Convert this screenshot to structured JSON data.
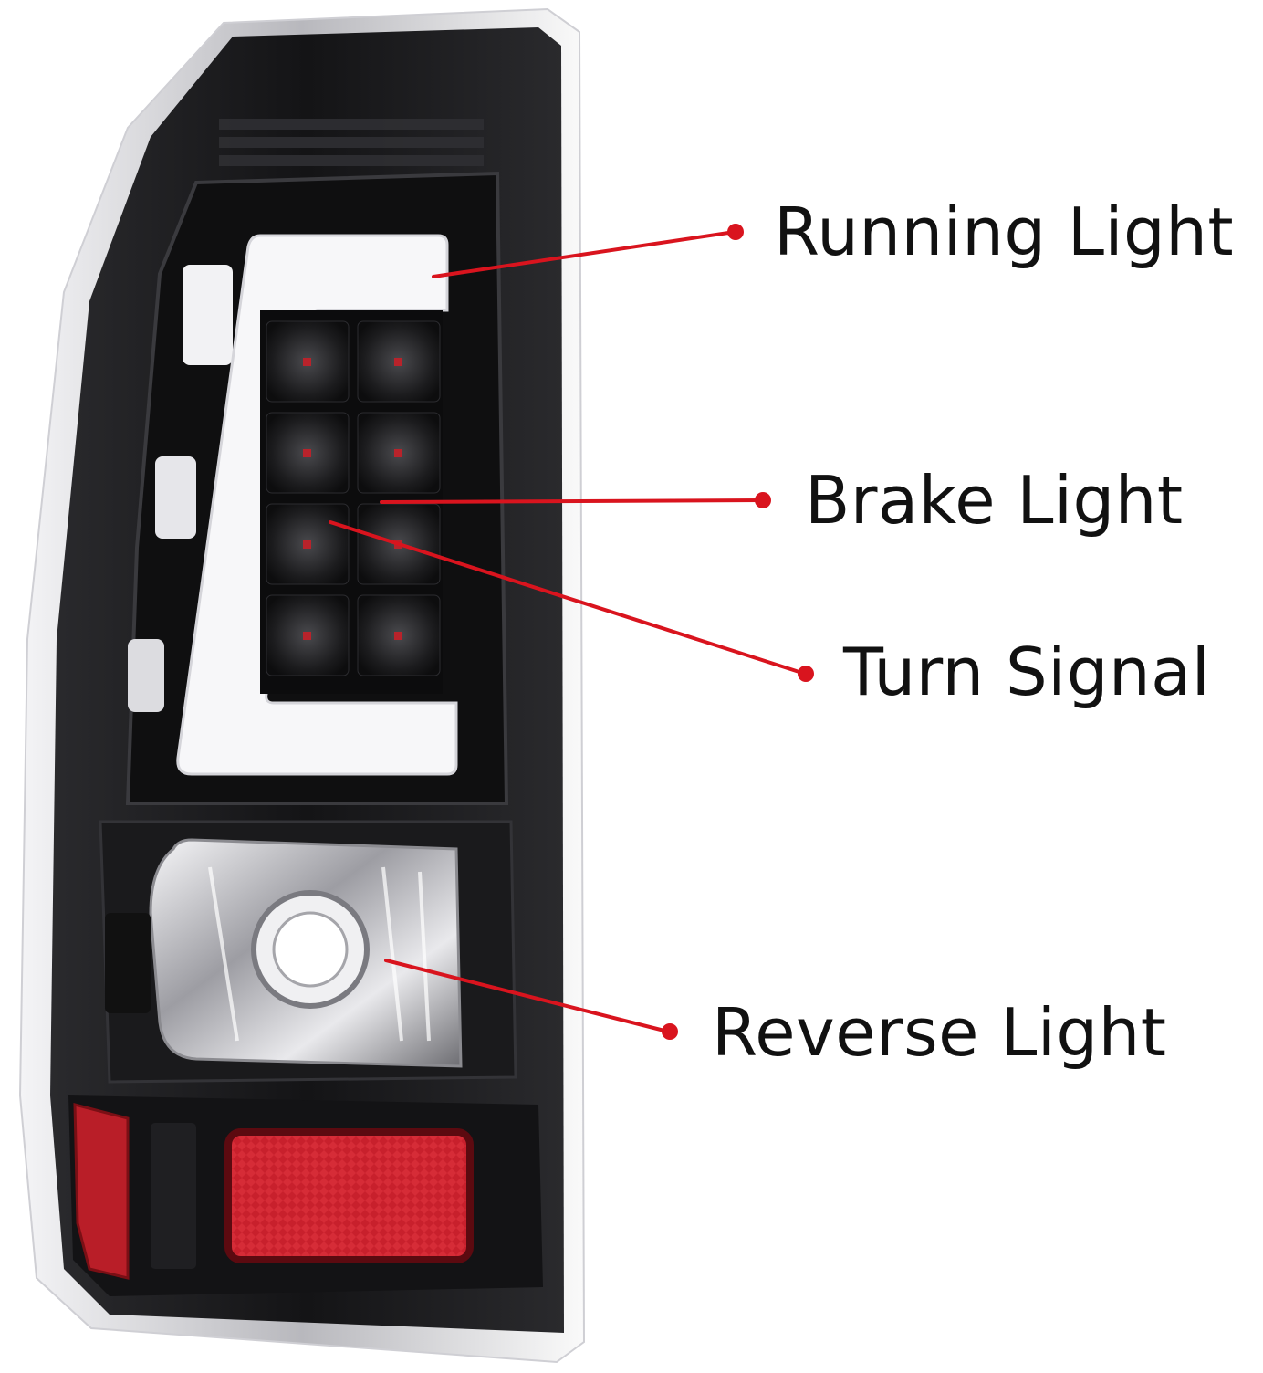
{
  "callouts": {
    "running": "Running Light",
    "brake": "Brake Light",
    "turn": "Turn Signal",
    "reverse": "Reverse Light"
  },
  "colors": {
    "accent_line": "#d9141e",
    "housing": "#1b1b1d",
    "chrome": "#e6e6e8",
    "light_bar": "#f4f4f6",
    "reflector": "#c8202c"
  },
  "icons": {
    "product": "tail-light-assembly-image"
  }
}
